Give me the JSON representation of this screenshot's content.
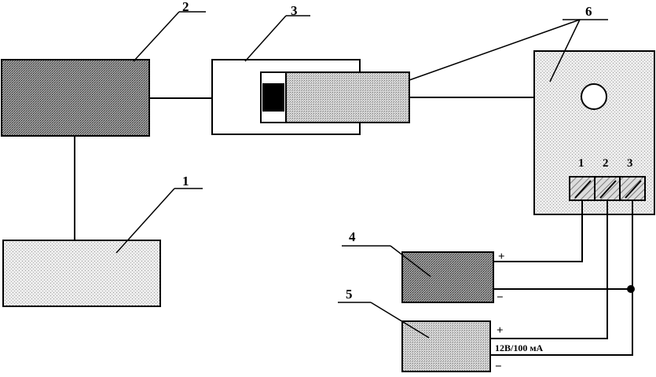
{
  "callouts": {
    "c1": "1",
    "c2": "2",
    "c3": "3",
    "c4": "4",
    "c5": "5",
    "c6": "6"
  },
  "terminals": {
    "t1": "1",
    "t2": "2",
    "t3": "3"
  },
  "battery": {
    "plus": "+",
    "minus": "−"
  },
  "power_supply": {
    "plus": "+",
    "minus": "−",
    "spec": "12В/100 мА"
  },
  "colors": {
    "line": "#000000",
    "box_fill": "#d4d4d4",
    "dark_fill": "#8a8a8a",
    "light_fill": "#e2e2e2"
  }
}
